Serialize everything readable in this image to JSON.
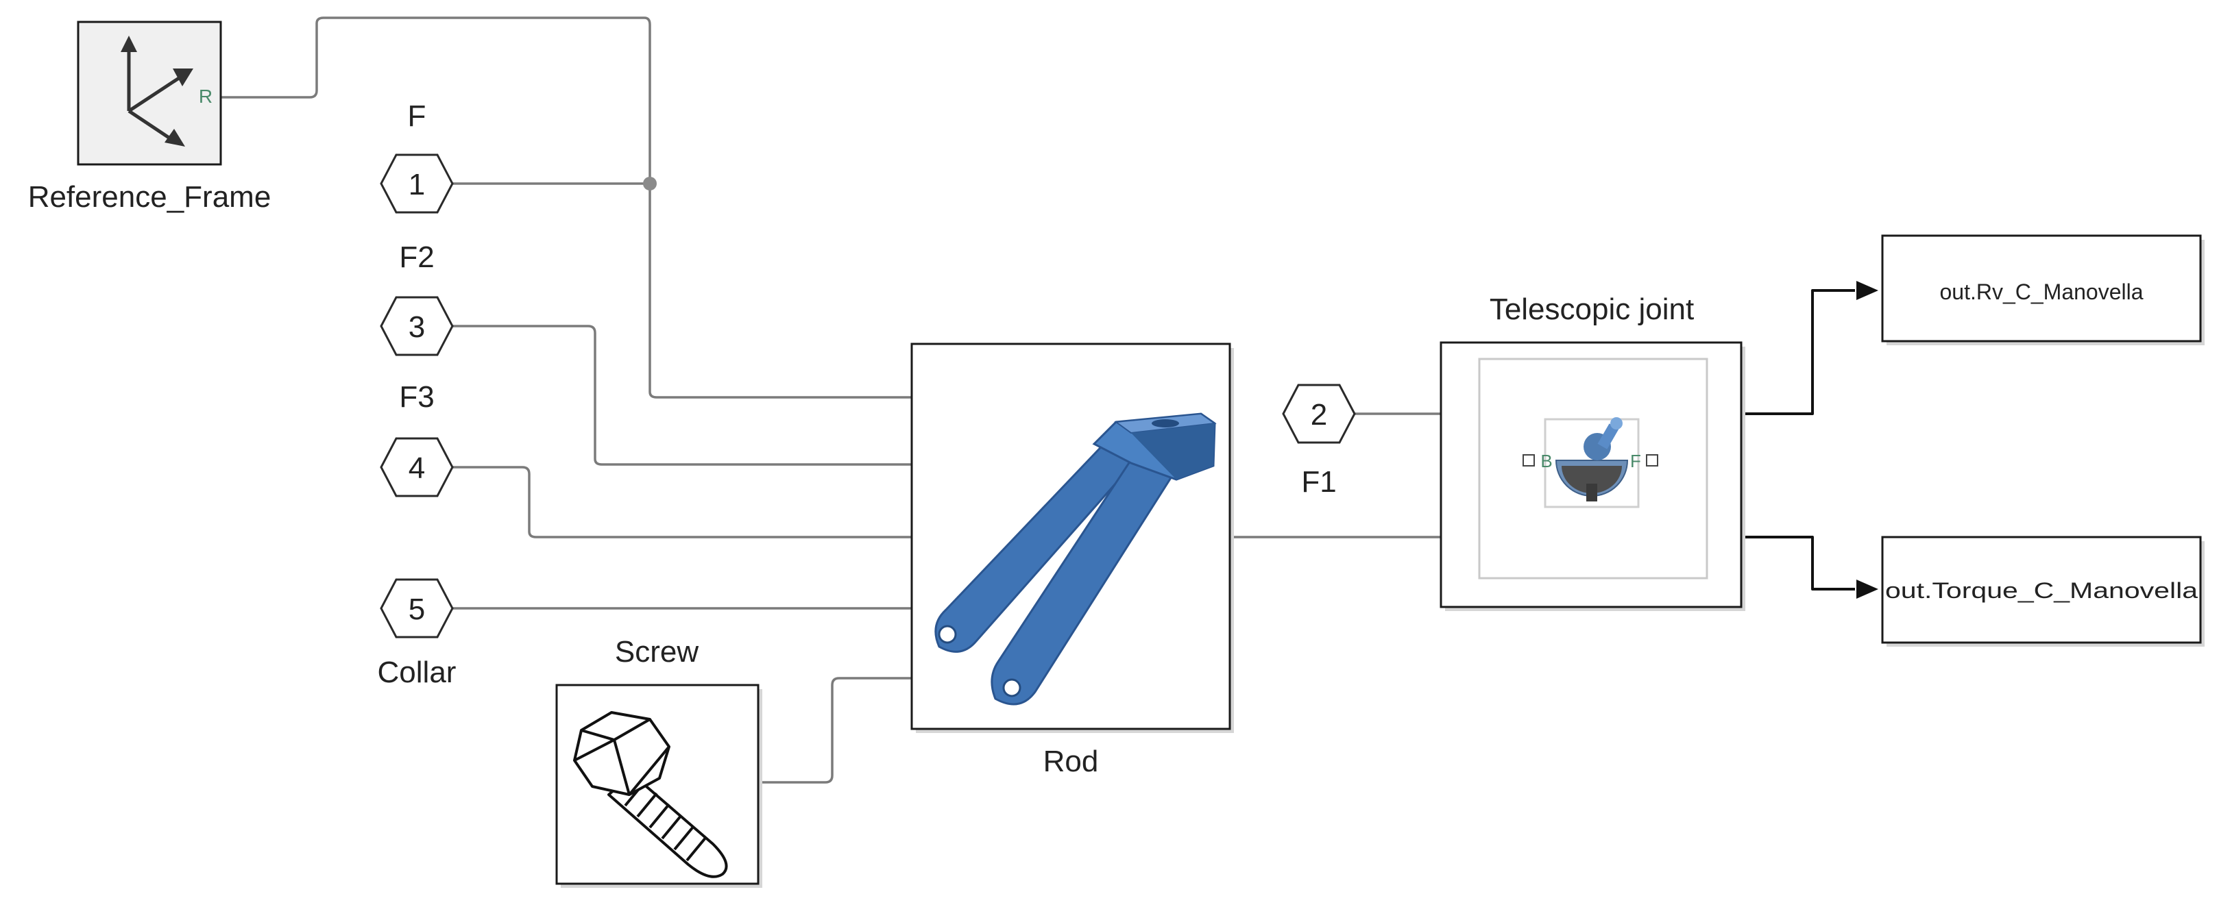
{
  "blocks": {
    "reference_frame": {
      "name": "Reference_Frame",
      "port_label": "R"
    },
    "rod": {
      "name": "Rod",
      "part_color": "#3f74b5"
    },
    "screw": {
      "name": "Screw"
    },
    "telescopic_joint": {
      "name": "Telescopic joint",
      "port_b": "B",
      "port_f": "F"
    },
    "outputs": [
      {
        "text": "out.Rv_C_Manovella"
      },
      {
        "text": "out.Torque_C_Manovella"
      }
    ]
  },
  "ports": [
    {
      "number": "1",
      "label": "F"
    },
    {
      "number": "3",
      "label": "F2"
    },
    {
      "number": "4",
      "label": "F3"
    },
    {
      "number": "5",
      "label": "Collar"
    },
    {
      "number": "2",
      "label": "F1"
    }
  ],
  "colors": {
    "wire": "#7b7b7b",
    "junction": "#8a8a8a",
    "rod_blue": "#3f74b5"
  }
}
